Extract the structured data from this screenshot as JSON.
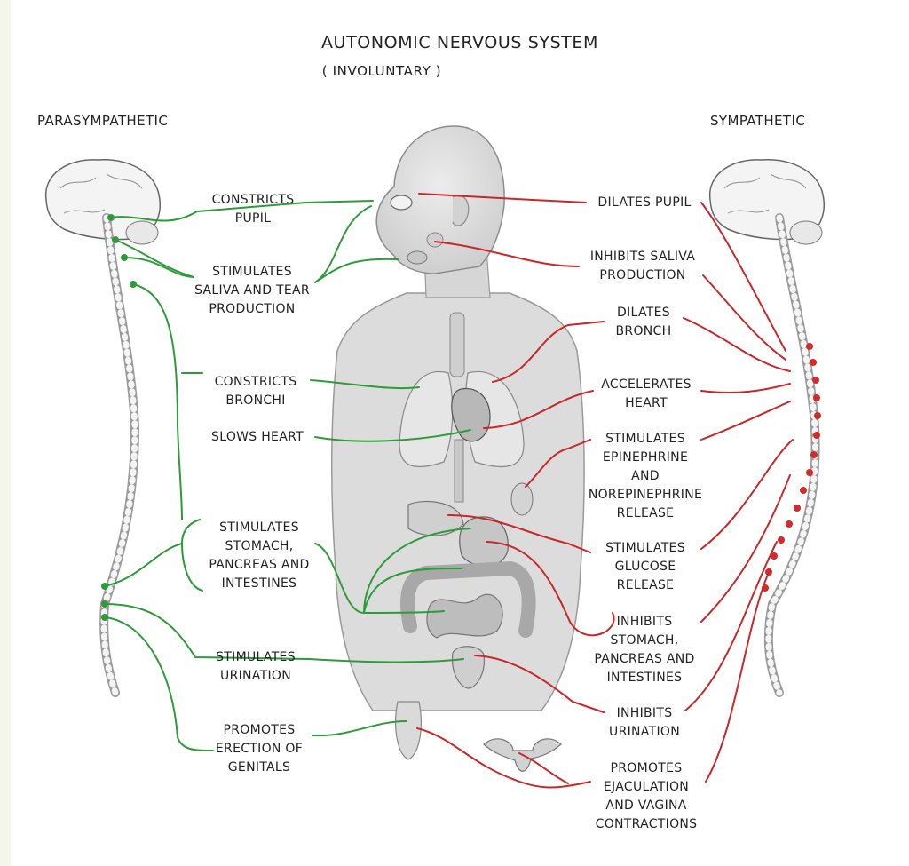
{
  "title": "AUTONOMIC NERVOUS SYSTEM",
  "subtitle": "( INVOLUNTARY )",
  "parasympathetic": {
    "heading": "PARASYMPATHETIC",
    "color": "#2e9b3a",
    "effects": {
      "constricts_pupil": "CONSTRICTS\nPUPIL",
      "stimulates_saliva": "STIMULATES\nSALIVA AND TEAR\nPRODUCTION",
      "constricts_bronchi": "CONSTRICTS\nBRONCHI",
      "slows_heart": "SLOWS HEART",
      "stimulates_stomach": "STIMULATES\nSTOMACH,\nPANCREAS AND\nINTESTINES",
      "stimulates_urination": "STIMULATES\nURINATION",
      "promotes_erection": "PROMOTES\nERECTION OF\nGENITALS"
    }
  },
  "sympathetic": {
    "heading": "SYMPATHETIC",
    "color": "#c8282a",
    "effects": {
      "dilates_pupil": "DILATES PUPIL",
      "inhibits_saliva": "INHIBITS SALIVA\nPRODUCTION",
      "dilates_bronch": "DILATES\nBRONCH",
      "accelerates_heart": "ACCELERATES\nHEART",
      "stimulates_epinephrine": "STIMULATES\nEPINEPHRINE\nAND\nNOREPINEPHRINE\nRELEASE",
      "stimulates_glucose": "STIMULATES\nGLUCOSE\nRELEASE",
      "inhibits_stomach": "INHIBITS\nSTOMACH,\nPANCREAS AND\nINTESTINES",
      "inhibits_urination": "INHIBITS\nURINATION",
      "promotes_ejaculation": "PROMOTES\nEJACULATION\nAND VAGINA\nCONTRACTIONS"
    }
  }
}
